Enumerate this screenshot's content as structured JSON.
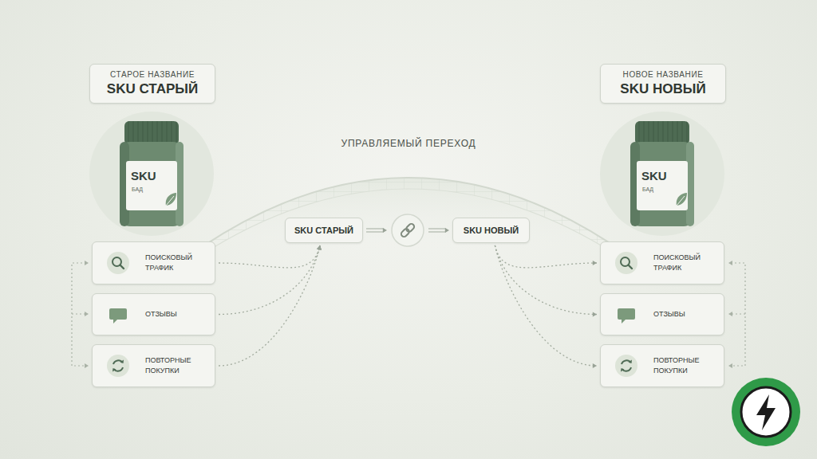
{
  "diagram": {
    "nodes": [
      {
        "text": [
          "СТАРОЕ НАЗВАНИЕ",
          "SKU СТАРЫЙ"
        ]
      },
      {
        "text": [
          "НОВОЕ НАЗВАНИЕ",
          "SKU НОВЫЙ"
        ]
      },
      {
        "text": [
          "ПОИСКОВЫЙ ТРАФИК"
        ]
      },
      {
        "text": [
          "ОТЗЫВЫ"
        ]
      },
      {
        "text": [
          "ПОВТОРНЫЕ ПОКУПКИ"
        ]
      },
      {
        "text": [
          "SKU СТАРЫЙ"
        ]
      },
      {
        "text": [
          "SKU НОВЫЙ"
        ]
      },
      {
        "text": [
          "ПОИСКОВЫЙ ТРАФИК"
        ]
      },
      {
        "text": [
          "ОТЗЫВЫ"
        ]
      },
      {
        "text": [
          "ПОВТОРНЫЕ ПОКУПКИ"
        ]
      }
    ],
    "edges": [
      {
        "from": 2,
        "to": 5,
        "arrow": "to"
      },
      {
        "from": 3,
        "to": 5,
        "arrow": "to"
      },
      {
        "from": 4,
        "to": 5,
        "arrow": "to"
      },
      {
        "from": 5,
        "to": 6,
        "arrow": "to"
      },
      {
        "from": 6,
        "to": 7,
        "arrow": "to"
      },
      {
        "from": 6,
        "to": 8,
        "arrow": "to"
      },
      {
        "from": 6,
        "to": 9,
        "arrow": "to"
      }
    ],
    "labels": [
      "SKU",
      "БАД",
      "УПРАВЛЯЕМЫЙ ПЕРЕХОД",
      "SKU",
      "БАД"
    ]
  }
}
